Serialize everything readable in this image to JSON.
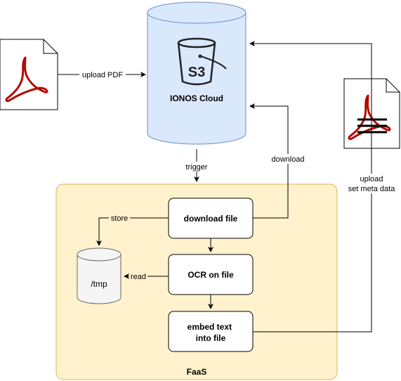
{
  "colors": {
    "cylinder_fill": "#dae8fc",
    "cylinder_stroke": "#6c8ebf",
    "faas_fill": "#fff2cc",
    "faas_stroke": "#d6b656",
    "tmp_fill": "#f5f5f5",
    "tmp_stroke": "#666666",
    "acrobat_red": "#b30b00",
    "process_fill": "#ffffff"
  },
  "icons": {
    "bucket": "s3-bucket-icon",
    "pdf_left": "pdf-document-icon",
    "pdf_right": "pdf-document-with-text-icon"
  },
  "storage": {
    "bucket_badge": "S3",
    "name": "IONOS Cloud"
  },
  "faas": {
    "label": "FaaS"
  },
  "local_storage": {
    "label": "/tmp"
  },
  "steps": {
    "download": "download file",
    "ocr": "OCR on file",
    "embed_line1": "embed text",
    "embed_line2": "into file"
  },
  "edges": {
    "upload_pdf": "upload PDF",
    "trigger": "trigger",
    "download": "download",
    "store": "store",
    "read": "read",
    "upload": "upload",
    "set_meta": "set meta data"
  }
}
